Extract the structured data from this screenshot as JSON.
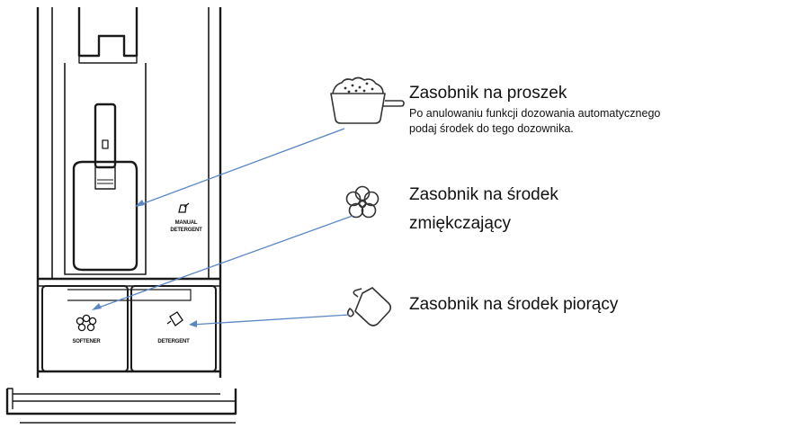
{
  "drawer_labels": {
    "manual_detergent_line1": "MANUAL",
    "manual_detergent_line2": "DETERGENT",
    "softener": "SOFTENER",
    "detergent": "DETERGENT"
  },
  "callouts": {
    "powder": {
      "title": "Zasobnik na proszek",
      "description_line1": "Po anulowaniu funkcji dozowania automatycznego",
      "description_line2": "podaj środek do tego dozownika.",
      "icon": "powder-scoop-icon"
    },
    "softener": {
      "title_line1": "Zasobnik na środek",
      "title_line2": "zmiękczający",
      "icon": "flower-icon"
    },
    "detergent": {
      "title": "Zasobnik na środek piorący",
      "icon": "detergent-bottle-icon"
    }
  },
  "colors": {
    "leader_line": "#5b87c5",
    "outline": "#1a1a1a"
  }
}
